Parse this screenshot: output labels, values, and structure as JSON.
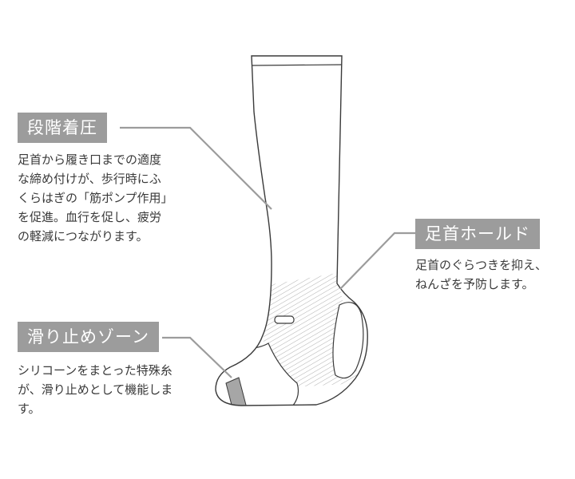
{
  "colors": {
    "label_bg": "#9c9c9c",
    "label_text": "#ffffff",
    "line": "#9c9c9c",
    "outline": "#3a3a3a",
    "silicone_band": "#a6a6a6",
    "text": "#3a3a3a"
  },
  "callouts": {
    "graduated": {
      "label": "段階着圧",
      "desc": "足首から履き口までの適度\nな締め付けが、歩行時にふ\nくらはぎの「筋ポンプ作用」\nを促進。血行を促し、疲労\nの軽減につながります。"
    },
    "ankle": {
      "label": "足首ホールド",
      "desc": "足首のぐらつきを抑え、\nねんざを予防します。"
    },
    "grip": {
      "label": "滑り止めゾーン",
      "desc": "シリコーンをまとった特殊糸\nが、滑り止めとして機能しま\nす。"
    }
  }
}
